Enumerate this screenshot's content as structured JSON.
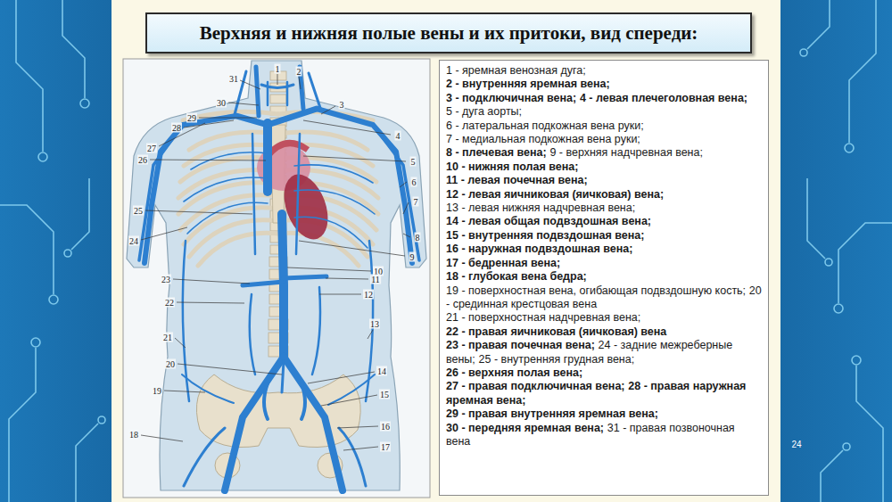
{
  "diagram": {
    "title": "Верхняя и нижняя полые вены и их притоки, вид спереди:",
    "nodes": [
      {
        "text": [
          "1 - яремная венозная дуга;",
          "2 - внутренняя яремная вена;",
          "3 - подключичная вена;",
          "4 - левая плечеголовная вена;",
          "5 - дуга аорты;",
          "6 - латеральная подкожная вена руки;",
          "7 - медиальная подкожная вена руки;",
          "8 - плечевая вена;",
          "9 - верхняя надчревная вена;",
          "10 - нижняя полая вена;",
          "11 - левая почечная вена;",
          "12 - левая яичниковая (яичковая) вена;",
          "13 - левая нижняя надчревная вена;",
          "14 - левая общая подвздошная вена;",
          "15 - внутренняя подвздошная вена;",
          "16 - наружная подвздошная вена;",
          "17 - бедренная вена;",
          "18 - глубокая вена бедра;",
          "19 - поверхностная вена, огибающая подвздошную кость;",
          "20 - срединная крестцовая вена",
          "21 - поверхностная надчревная вена;",
          "22 - правая яичниковая (яичковая) вена",
          "23 - правая почечная вена;",
          "24 - задние межреберные вены;",
          "25 - внутренняя грудная вена;",
          "26 - верхняя полая вена;",
          "27 - правая подключичная вена;",
          "28 - правая наружная яремная вена;",
          "29 - правая внутренняя яремная вена;",
          "30 - передняя яремная вена;",
          "31 - правая позвоночная вена"
        ]
      }
    ],
    "labels": [
      "31",
      "1",
      "2",
      "30",
      "3",
      "29",
      "28",
      "4",
      "27",
      "26",
      "5",
      "6",
      "25",
      "7",
      "24",
      "8",
      "9",
      "10",
      "23",
      "11",
      "12",
      "22",
      "13",
      "21",
      "20",
      "14",
      "19",
      "15",
      "16",
      "18",
      "17",
      "24"
    ]
  }
}
